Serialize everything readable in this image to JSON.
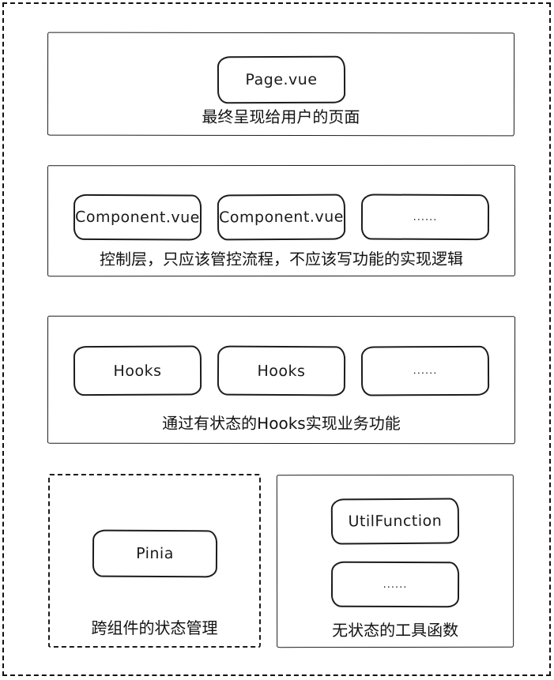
{
  "diagram": {
    "colors": {
      "stroke": "#1c1c1c",
      "background": "#ffffff",
      "frame": "#111111"
    },
    "sections": [
      {
        "id": "page-layer",
        "label": "最终呈现给用户的页面",
        "border": "solid",
        "nodes": [
          "Page.vue"
        ]
      },
      {
        "id": "component-layer",
        "label": "控制层，只应该管控流程，不应该写功能的实现逻辑",
        "border": "solid",
        "nodes": [
          "Component.vue",
          "Component.vue",
          "......"
        ]
      },
      {
        "id": "hooks-layer",
        "label": "通过有状态的Hooks实现业务功能",
        "border": "solid",
        "nodes": [
          "Hooks",
          "Hooks",
          "......"
        ]
      },
      {
        "id": "pinia-layer",
        "label": "跨组件的状态管理",
        "border": "dashed",
        "nodes": [
          "Pinia"
        ]
      },
      {
        "id": "utils-layer",
        "label": "无状态的工具函数",
        "border": "solid",
        "nodes": [
          "UtilFunction",
          "......"
        ]
      }
    ]
  }
}
